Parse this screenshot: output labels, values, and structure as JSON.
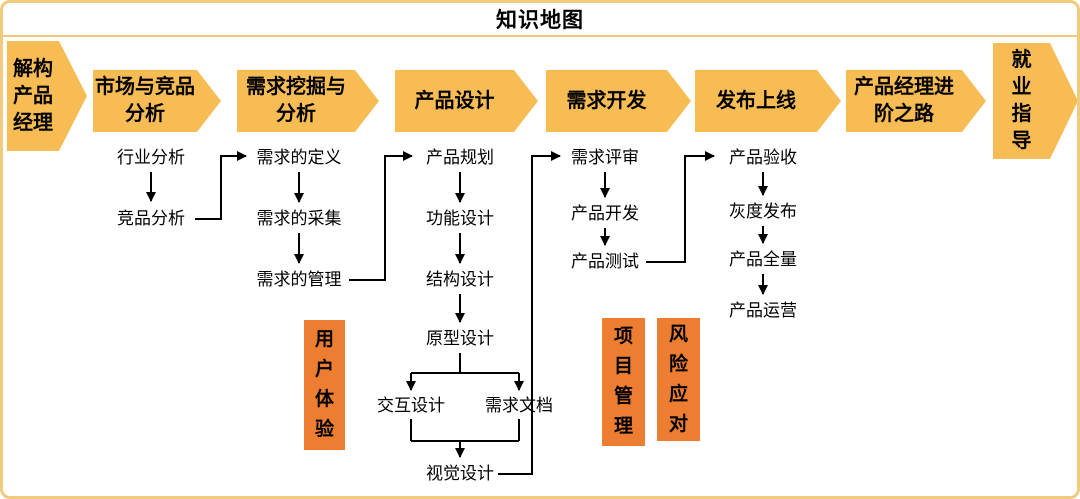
{
  "title": "知识地图",
  "stages": [
    {
      "label": "解构产品经理"
    },
    {
      "label": "市场与竞品分析"
    },
    {
      "label": "需求挖掘与分析"
    },
    {
      "label": "产品设计"
    },
    {
      "label": "需求开发"
    },
    {
      "label": "发布上线"
    },
    {
      "label": "产品经理进阶之路"
    },
    {
      "label": "就业指导"
    }
  ],
  "steps": {
    "market": [
      "行业分析",
      "竞品分析"
    ],
    "mining": [
      "需求的定义",
      "需求的采集",
      "需求的管理"
    ],
    "design": [
      "产品规划",
      "功能设计",
      "结构设计",
      "原型设计",
      "交互设计",
      "需求文档",
      "视觉设计"
    ],
    "development": [
      "需求评审",
      "产品开发",
      "产品测试"
    ],
    "launch": [
      "产品验收",
      "灰度发布",
      "产品全量",
      "产品运营"
    ]
  },
  "badges": [
    "用户体验",
    "项目管理",
    "风险应对"
  ],
  "colors": {
    "stage_fill": "#F8BC55",
    "badge_fill": "#ED7D31",
    "frame": "#F2CA7D",
    "connector": "#000000"
  }
}
